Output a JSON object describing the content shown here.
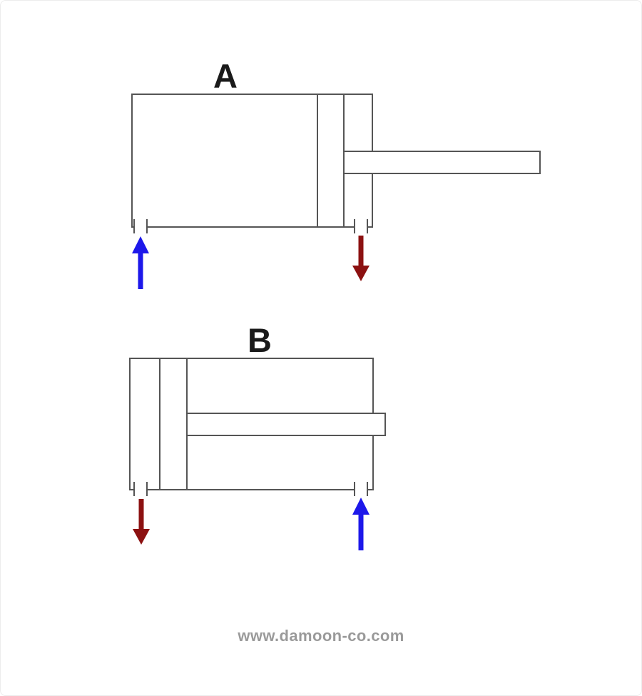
{
  "page": {
    "watermark": "www.damoon-co.com"
  },
  "colors": {
    "line": "#555555",
    "label": "#1a1a1a",
    "inflow_blue": "#1d18ea",
    "outflow_red": "#8c1111",
    "watermark_gray": "#9a9a9a"
  },
  "diagrams": [
    {
      "label": "A",
      "state": "rod-extended-right",
      "arrows": [
        {
          "name": "up-arrow",
          "port": "bottom-left",
          "direction": "up",
          "color": "#1d18ea"
        },
        {
          "name": "down-arrow",
          "port": "bottom-right",
          "direction": "down",
          "color": "#8c1111"
        }
      ]
    },
    {
      "label": "B",
      "state": "rod-retracted-left",
      "arrows": [
        {
          "name": "down-arrow",
          "port": "bottom-left",
          "direction": "down",
          "color": "#8c1111"
        },
        {
          "name": "up-arrow",
          "port": "bottom-right",
          "direction": "up",
          "color": "#1d18ea"
        }
      ]
    }
  ]
}
